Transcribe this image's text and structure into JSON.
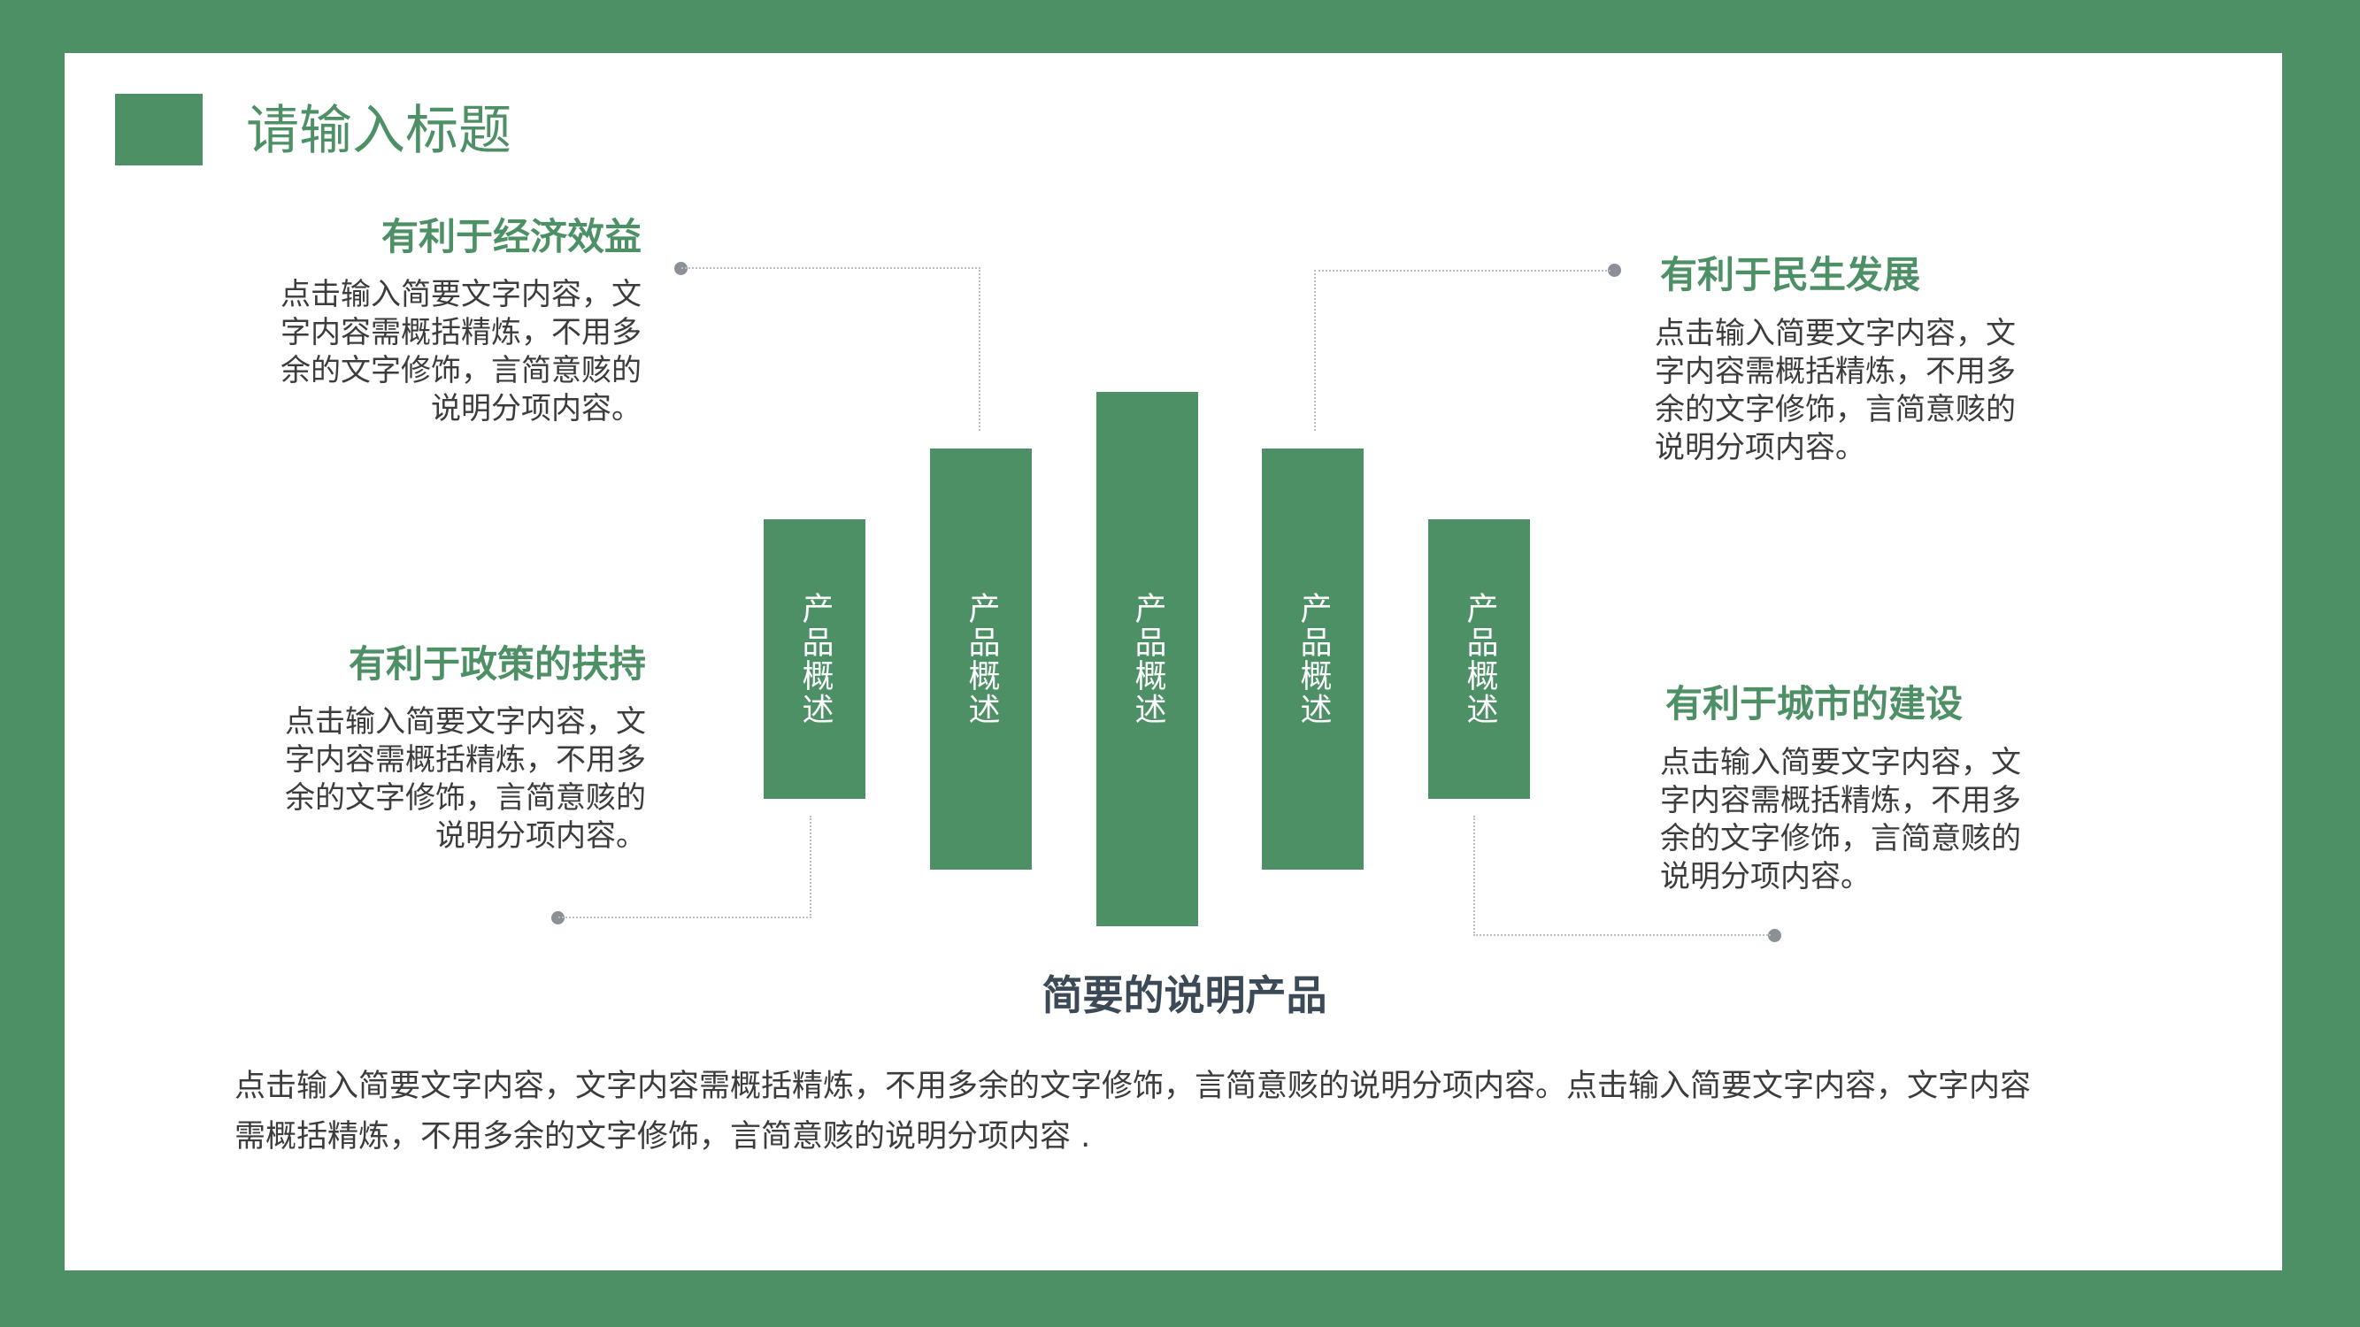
{
  "title": "请输入标题",
  "blocks": {
    "top_left": {
      "heading": "有利于经济效益",
      "text": "点击输入简要文字内容，文字内容需概括精炼，不用多余的文字修饰，言简意赅的说明分项内容。"
    },
    "bottom_left": {
      "heading": "有利于政策的扶持",
      "text": "点击输入简要文字内容，文字内容需概括精炼，不用多余的文字修饰，言简意赅的说明分项内容。"
    },
    "top_right": {
      "heading": "有利于民生发展",
      "text": "点击输入简要文字内容，文字内容需概括精炼，不用多余的文字修饰，言简意赅的说明分项内容。"
    },
    "bottom_right": {
      "heading": "有利于城市的建设",
      "text": "点击输入简要文字内容，文字内容需概括精炼，不用多余的文字修饰，言简意赅的说明分项内容。"
    }
  },
  "bars": [
    "产品概述",
    "产品概述",
    "产品概述",
    "产品概述",
    "产品概述"
  ],
  "summary": {
    "title": "简要的说明产品",
    "text": "点击输入简要文字内容，文字内容需概括精炼，不用多余的文字修饰，言简意赅的说明分项内容。点击输入简要文字内容，文字内容需概括精炼，不用多余的文字修饰，言简意赅的说明分项内容 ."
  },
  "colors": {
    "accent": "#4e9066",
    "text": "#3c3c3c",
    "summary_title": "#3c4956",
    "connector": "#b9bec3"
  }
}
